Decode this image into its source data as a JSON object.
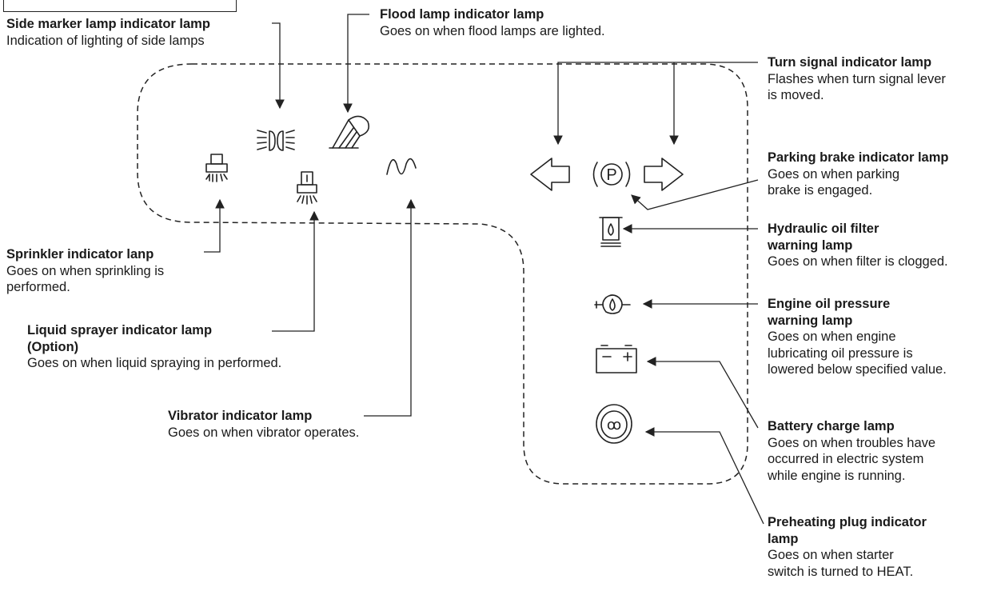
{
  "labels": {
    "side_marker": {
      "title": "Side marker lamp indicator lamp",
      "desc": "Indication of lighting of side lamps"
    },
    "flood": {
      "title": "Flood lamp indicator lamp",
      "desc": "Goes on when flood lamps are lighted."
    },
    "turn_signal": {
      "title": "Turn signal indicator lamp",
      "desc1": "Flashes when turn signal lever",
      "desc2": "is moved."
    },
    "parking_brake": {
      "title": "Parking brake indicator lamp",
      "desc1": "Goes on when parking",
      "desc2": "brake is engaged."
    },
    "hydraulic": {
      "title1": "Hydraulic oil filter",
      "title2": "warning lamp",
      "desc": "Goes on when filter is clogged."
    },
    "engine_oil": {
      "title1": "Engine oil pressure",
      "title2": "warning lamp",
      "desc1": "Goes on when engine",
      "desc2": "lubricating oil pressure is",
      "desc3": "lowered below specified value."
    },
    "battery": {
      "title": "Battery charge lamp",
      "desc1": "Goes on when troubles have",
      "desc2": "occurred in electric system",
      "desc3": "while engine is running."
    },
    "preheat": {
      "title1": "Preheating plug indicator",
      "title2": "lamp",
      "desc1": "Goes on when starter",
      "desc2": "switch is turned to HEAT."
    },
    "sprinkler": {
      "title": "Sprinkler indicator lanp",
      "desc1": "Goes on when sprinkling is",
      "desc2": "performed."
    },
    "liquid": {
      "title1": "Liquid sprayer indicator lamp",
      "title2": "(Option)",
      "desc": "Goes on when liquid spraying in performed."
    },
    "vibrator": {
      "title": "Vibrator indicator lamp",
      "desc": "Goes on when vibrator operates."
    }
  },
  "icons": {
    "parking_letter": "P",
    "preheat_symbol": "ꝏ"
  },
  "colors": {
    "line": "#222222",
    "text": "#1a1a1a"
  }
}
